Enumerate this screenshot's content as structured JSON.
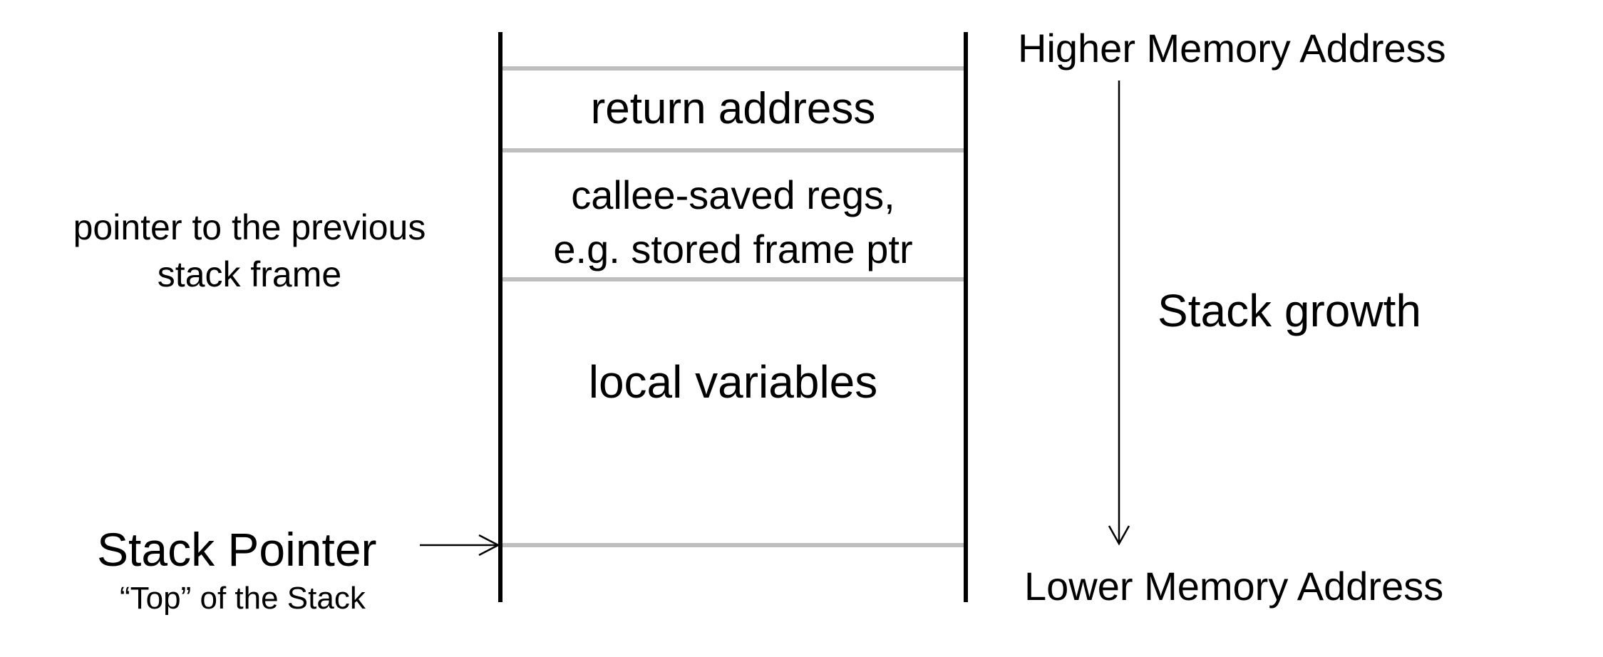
{
  "stack": {
    "return_address": "return address",
    "callee_saved_line1": "callee-saved regs,",
    "callee_saved_line2": "e.g. stored frame ptr",
    "local_variables": "local variables"
  },
  "left": {
    "prev_frame_line1": "pointer to the previous",
    "prev_frame_line2": "stack frame",
    "stack_pointer": "Stack Pointer",
    "top_of_stack": "“Top” of the Stack"
  },
  "right": {
    "higher_address": "Higher Memory Address",
    "stack_growth": "Stack growth",
    "lower_address": "Lower Memory Address"
  },
  "colors": {
    "border": "#000000",
    "divider": "#bfbfbf",
    "text": "#000000"
  }
}
